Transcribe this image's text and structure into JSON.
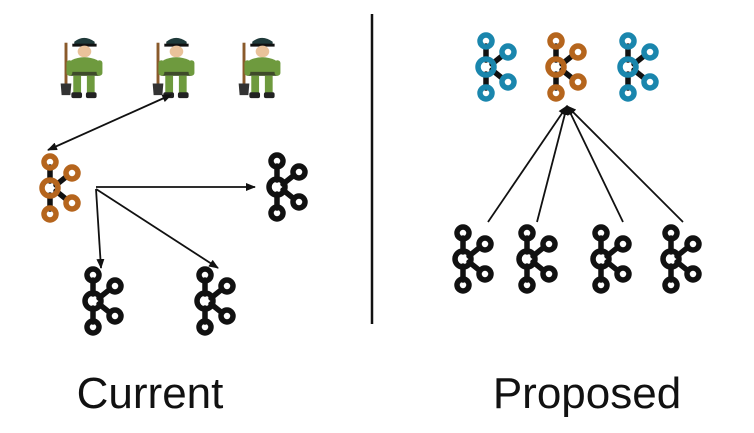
{
  "labels": {
    "current": "Current",
    "proposed": "Proposed"
  },
  "colors": {
    "leader": "#B5651D",
    "follower": "#111111",
    "zk": "#1A86AD",
    "arrow": "#111111",
    "divider": "#111111",
    "zk_uniform": "#6E9A3E",
    "zk_cap": "#1F3A3A",
    "zk_skin": "#E9C29A",
    "zk_shovel": "#8A5A2B"
  },
  "icons": {
    "broker": "kafka-logo-icon",
    "zookeeper": "zookeeper-worker-icon"
  },
  "diagram": {
    "current": {
      "zookeeper_nodes": 3,
      "leader_broker": 1,
      "follower_brokers": 3
    },
    "proposed": {
      "controller_quorum": 3,
      "active_controller": 1,
      "brokers": 4
    }
  }
}
